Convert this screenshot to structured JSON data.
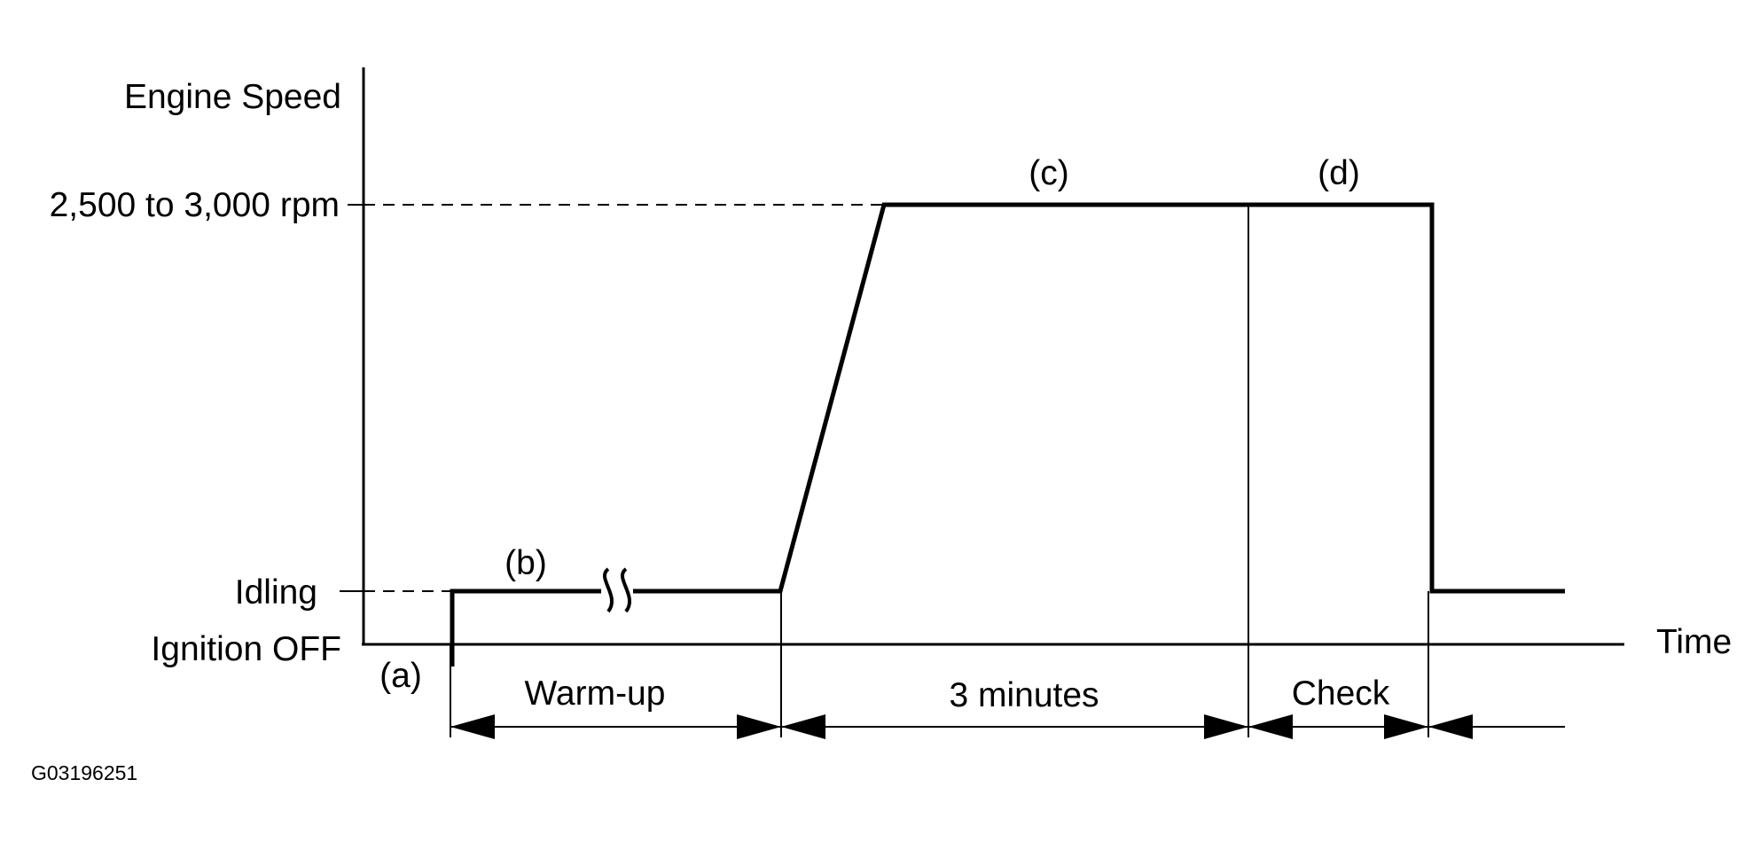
{
  "diagram": {
    "y_axis_label": "Engine Speed",
    "x_axis_label": "Time",
    "levels": {
      "high": "2,500 to 3,000 rpm",
      "idle": "Idling",
      "off": "Ignition OFF"
    },
    "points": {
      "a": "(a)",
      "b": "(b)",
      "c": "(c)",
      "d": "(d)"
    },
    "intervals": {
      "warmup": "Warm-up",
      "three_minutes": "3 minutes",
      "check": "Check"
    },
    "figure_id": "G03196251"
  }
}
